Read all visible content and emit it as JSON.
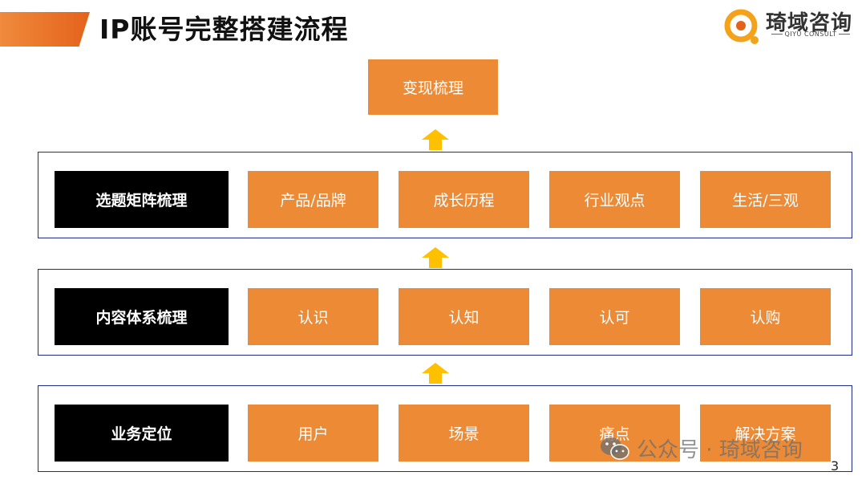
{
  "header": {
    "title": "IP账号完整搭建流程",
    "accent_color": "#e4621b"
  },
  "logo": {
    "name": "琦域咨询",
    "subtitle": "QIYU CONSULT",
    "icon": "q-circle-logo-icon"
  },
  "diagram": {
    "top": {
      "label": "变现梳理"
    },
    "rows": [
      {
        "label": "选题矩阵梳理",
        "items": [
          "产品/品牌",
          "成长历程",
          "行业观点",
          "生活/三观"
        ]
      },
      {
        "label": "内容体系梳理",
        "items": [
          "认识",
          "认知",
          "认可",
          "认购"
        ]
      },
      {
        "label": "业务定位",
        "items": [
          "用户",
          "场景",
          "痛点",
          "解决方案"
        ]
      }
    ],
    "colors": {
      "box": "#ec8a35",
      "label_box": "#000000",
      "border": "#1f2d8a",
      "arrow": "#ffc000"
    }
  },
  "watermark": {
    "icon": "wechat-icon",
    "text": "公众号 · 琦域咨询"
  },
  "page_number": "3"
}
